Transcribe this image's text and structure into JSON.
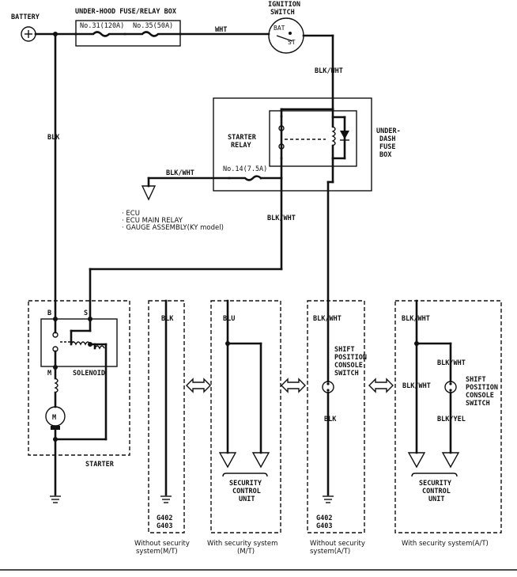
{
  "labels": {
    "battery": "BATTERY",
    "battery_plus": "+",
    "underhood_box": "UNDER-HOOD FUSE/RELAY BOX",
    "fuse31": "No.31(120A)",
    "fuse35": "No.35(50A)",
    "wht": "WHT",
    "ign_line1": "IGNITION",
    "ign_line2": "SWITCH",
    "bat": "BAT",
    "st": "ST",
    "blkwht_ign": "BLK/WHT",
    "blk_main": "BLK",
    "starter_relay1": "STARTER",
    "starter_relay2": "RELAY",
    "underdash1": "UNDER-",
    "underdash2": "DASH",
    "underdash3": "FUSE",
    "underdash4": "BOX",
    "blkwht_left": "BLK/WHT",
    "fuse14": "No.14(7.5A)",
    "ecu1": "· ECU",
    "ecu2": "· ECU MAIN RELAY",
    "ecu3": "· GAUGE ASSEMBLY(KY model)",
    "blkwht_relay": "BLK/WHT",
    "b": "B",
    "s": "S",
    "m": "M",
    "motor": "M",
    "solenoid": "SOLENOID",
    "starter": "STARTER",
    "p1_wire": "BLK",
    "p1_g1": "G402",
    "p1_g2": "G403",
    "p1_cap1": "Without security",
    "p1_cap2": "system(M/T)",
    "p2_wire": "BLU",
    "p2_unit1": "SECURITY",
    "p2_unit2": "CONTROL",
    "p2_unit3": "UNIT",
    "p2_cap1": "With security system",
    "p2_cap2": "(M/T)",
    "p3_wire": "BLK/WHT",
    "p3_sw1": "SHIFT",
    "p3_sw2": "POSITION",
    "p3_sw3": "CONSOLE",
    "p3_sw4": "SWITCH",
    "p3_wire2": "BLK",
    "p3_g1": "G402",
    "p3_g2": "G403",
    "p3_cap1": "Without security",
    "p3_cap2": "system(A/T)",
    "p4_wire1": "BLK/WHT",
    "p4_wire2": "BLK/WHT",
    "p4_wire3": "BLK/WHT",
    "p4_sw1": "SHIFT",
    "p4_sw2": "POSITION",
    "p4_sw3": "CONSOLE",
    "p4_sw4": "SWITCH",
    "p4_wire4": "BLK/YEL",
    "p4_unit1": "SECURITY",
    "p4_unit2": "CONTROL",
    "p4_unit3": "UNIT",
    "p4_cap": "With security system(A/T)"
  }
}
